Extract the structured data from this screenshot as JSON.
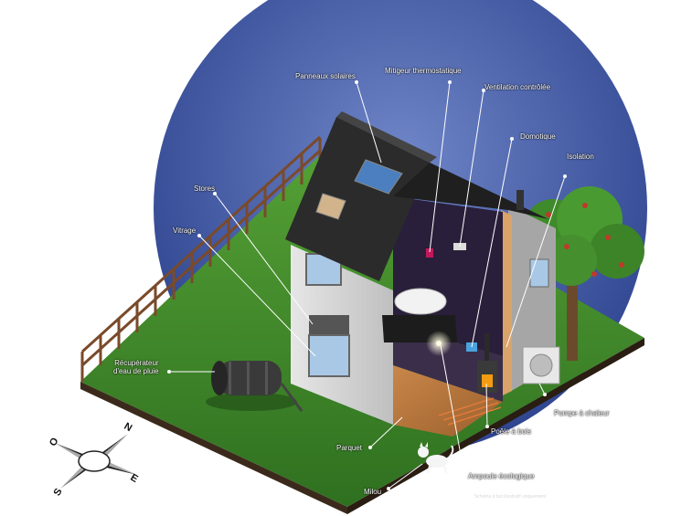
{
  "labels": {
    "solar_panels": "Panneaux solaires",
    "thermostatic_mixer": "Mitigeur thermostatique",
    "controlled_ventilation": "Ventilation contrôlée",
    "home_automation": "Domotique",
    "insulation": "Isolation",
    "blinds": "Stores",
    "glazing": "Vitrage",
    "rainwater_collector": "Récupérateur\nd'eau de pluie",
    "heat_pump": "Pompe à chaleur",
    "wood_stove": "Poêle à bois",
    "parquet": "Parquet",
    "eco_bulb": "Ampoule écologique",
    "cat": "Milou"
  },
  "compass": {
    "n": "N",
    "s": "S",
    "e": "E",
    "o": "O"
  },
  "credit": "Schéma à but illustratif uniquement",
  "colors": {
    "sky": "#3d55a0",
    "grass": "#3f8a2a",
    "roof": "#2b2b2b",
    "wall": "#d9d9d9",
    "fence": "#7a4a2a",
    "leader": "#ffffff"
  }
}
